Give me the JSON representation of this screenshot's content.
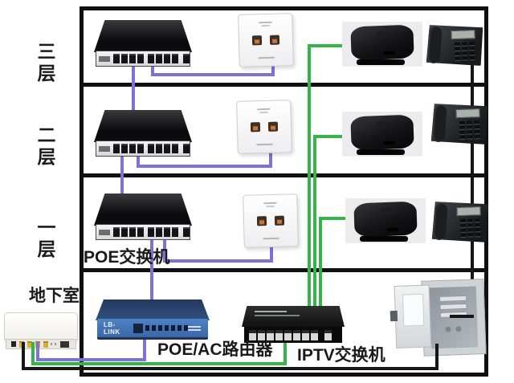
{
  "floors": [
    {
      "id": "floor-3",
      "label": "三层"
    },
    {
      "id": "floor-2",
      "label": "二层"
    },
    {
      "id": "floor-1",
      "label": "一层"
    },
    {
      "id": "basement",
      "label": "地下室"
    }
  ],
  "equipment_labels": {
    "poe_switch": "POE交换机",
    "poe_ac_router": "POE/AC路由器",
    "iptv_switch": "IPTV交换机"
  },
  "router": {
    "brand": "LB-LINK"
  },
  "device_icons": [
    "poe-switch",
    "wall-ap-panel",
    "set-top-box",
    "telephone",
    "optical-modem",
    "poe-ac-router",
    "iptv-switch",
    "distribution-box"
  ],
  "cable_colors": {
    "poe_lan_cable": "#7e72d6",
    "iptv_cable": "#35b44a",
    "telephone_cable": "#161616",
    "building_outline": "#101010"
  }
}
